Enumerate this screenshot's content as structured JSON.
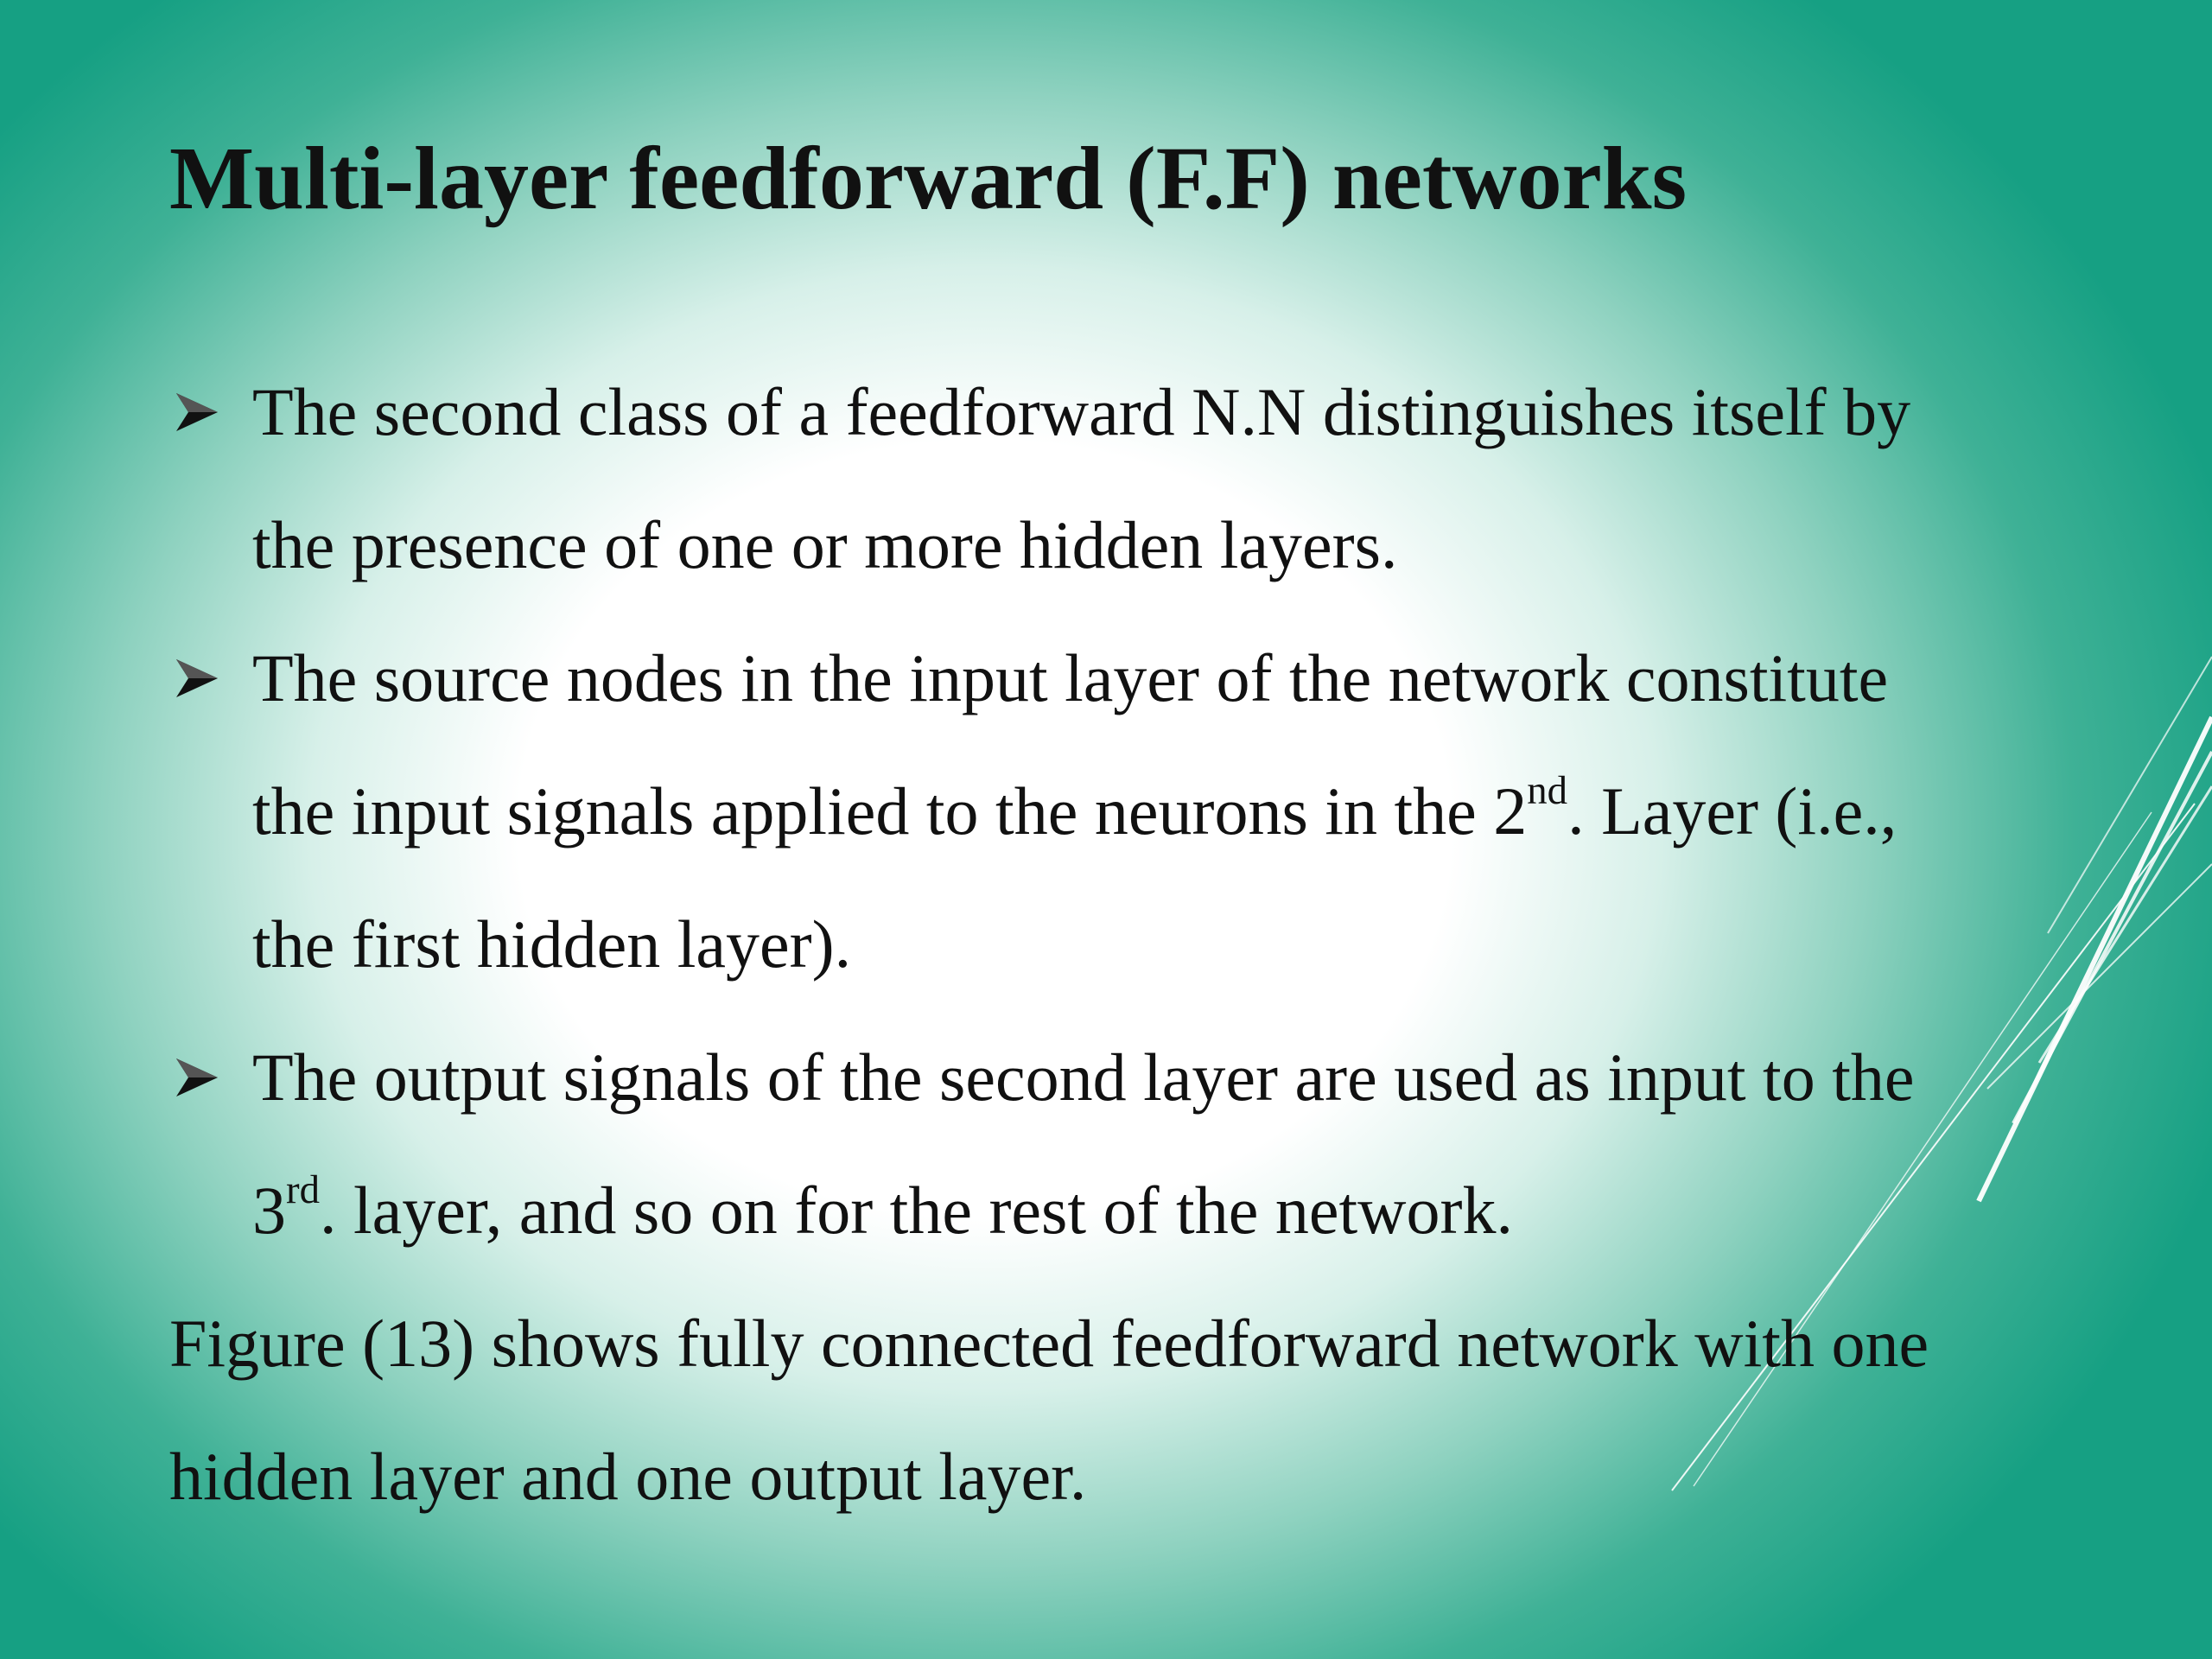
{
  "slide": {
    "title": "Multi-layer feedforward (F.F) networks",
    "bullets": [
      {
        "lines": [
          "The second class of a feedforward N.N distinguishes itself by",
          "the presence of one or more hidden layers."
        ]
      },
      {
        "lines": [
          "The source nodes in the input layer of the network constitute",
          {
            "before": "the input signals applied to the neurons in the 2",
            "sup": "nd",
            "after": ". Layer (i.e.,"
          },
          "the first hidden layer)."
        ]
      },
      {
        "lines": [
          "The output signals of the second layer are used as input to the",
          {
            "before": "3",
            "sup": "rd",
            "after": ". layer, and so on for the rest of the network."
          }
        ]
      }
    ],
    "paragraph": {
      "lines": [
        "Figure (13) shows fully connected feedforward network with one",
        "hidden layer and one output layer."
      ]
    },
    "icons": {
      "bullet": "arrowhead-bullet-icon"
    },
    "colors": {
      "background_center": "#ffffff",
      "background_edge": "#16a083",
      "text": "#111111",
      "decor_lines": "#ffffff"
    }
  }
}
